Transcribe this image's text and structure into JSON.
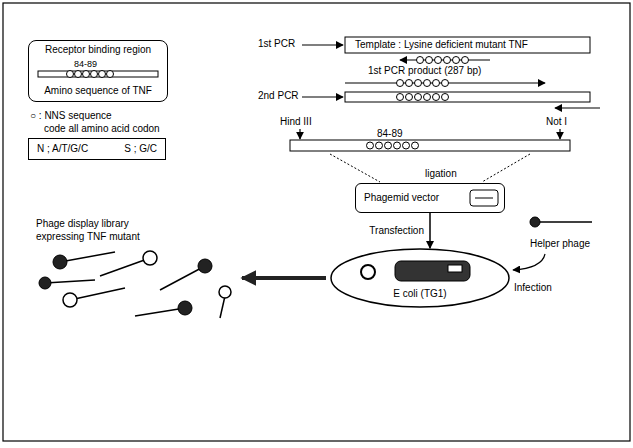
{
  "diagram": {
    "nodes": [
      {
        "text": [
          "Receptor binding region",
          "84-89",
          "Amino sequence of TNF"
        ]
      },
      {
        "text": [
          "N ; A/T/G/C",
          "S ; G/C"
        ]
      },
      {
        "text": [
          "Phagemid vector"
        ]
      },
      {
        "text": [
          "E coli (TG1)"
        ]
      }
    ],
    "edges": [
      {
        "from": 2,
        "to": 3,
        "arrow": "to",
        "label": "Transfection"
      }
    ],
    "labels": [
      "1st PCR",
      "Template : Lysine deficient mutant TNF",
      "1st PCR product (287 bp)",
      "2nd PCR",
      "○ : NNS sequence",
      "code all amino acid codon",
      "Hind III",
      "Not I",
      "84-89",
      "ligation",
      "Helper phage",
      "Infection",
      "Phage display library",
      "expressing TNF mutant"
    ]
  }
}
